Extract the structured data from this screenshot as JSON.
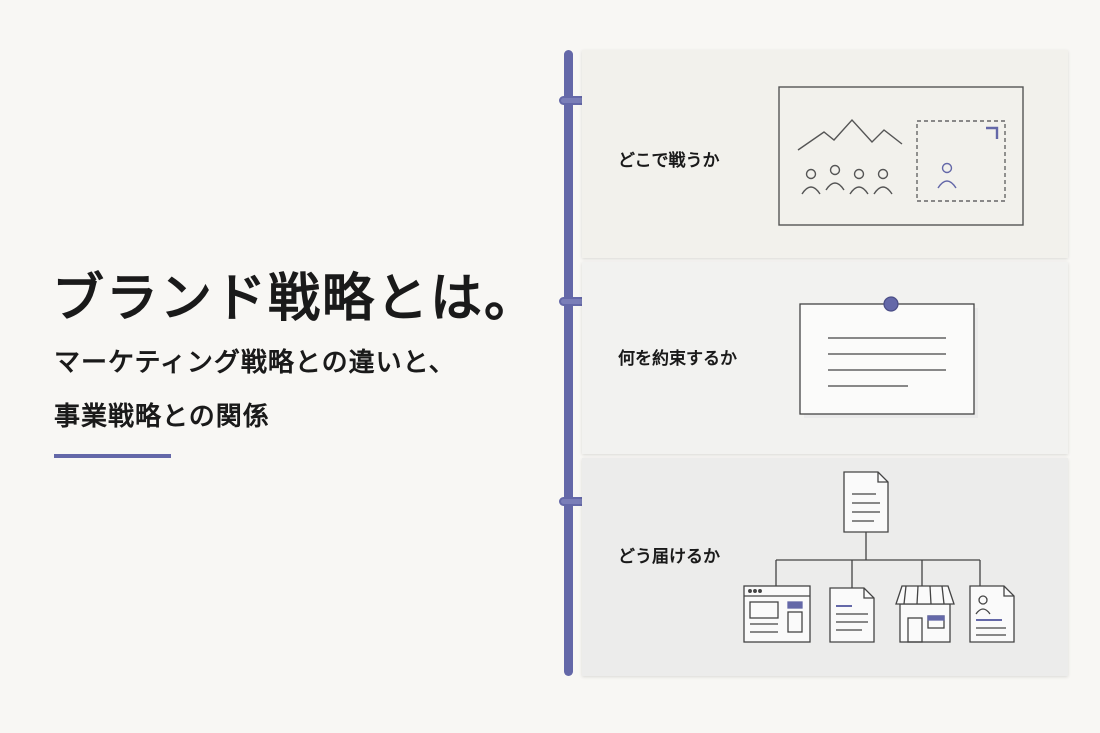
{
  "header": {
    "title": "ブランド戦略とは。",
    "subtitle_line1": "マーケティング戦略との違いと、",
    "subtitle_line2": "事業戦略との関係"
  },
  "panels": [
    {
      "label": "どこで戦うか",
      "icon": "market-landscape-icon"
    },
    {
      "label": "何を約束するか",
      "icon": "pinned-note-icon"
    },
    {
      "label": "どう届けるか",
      "icon": "channel-tree-icon"
    }
  ],
  "colors": {
    "accent": "#6468a8",
    "background": "#f8f7f4",
    "line": "#444444"
  }
}
